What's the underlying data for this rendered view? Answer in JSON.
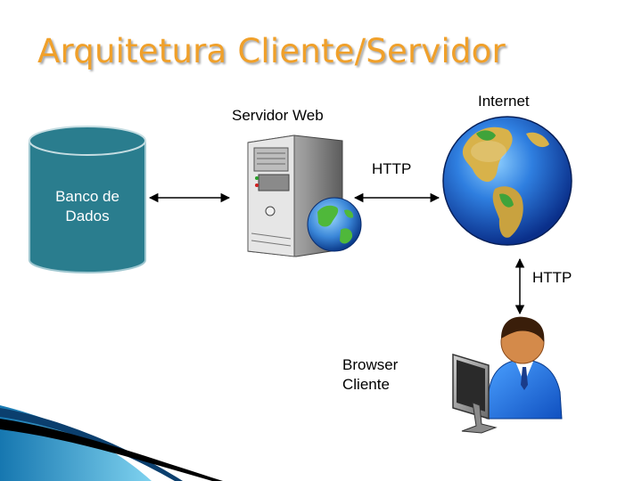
{
  "slide": {
    "title": "Arquitetura Cliente/Servidor"
  },
  "diagram": {
    "database_label": "Banco de\nDados",
    "server_label": "Servidor Web",
    "internet_label": "Internet",
    "http_top_label": "HTTP",
    "http_right_label": "HTTP",
    "browser_label": "Browser\nCliente"
  },
  "icons": {
    "database": "database-cylinder-icon",
    "server": "server-tower-icon",
    "globe": "globe-icon",
    "client": "user-computer-icon"
  },
  "colors": {
    "title": "#f0a02a",
    "database": "#2a7d8e",
    "corner_decoration": "#1e8fc0"
  }
}
